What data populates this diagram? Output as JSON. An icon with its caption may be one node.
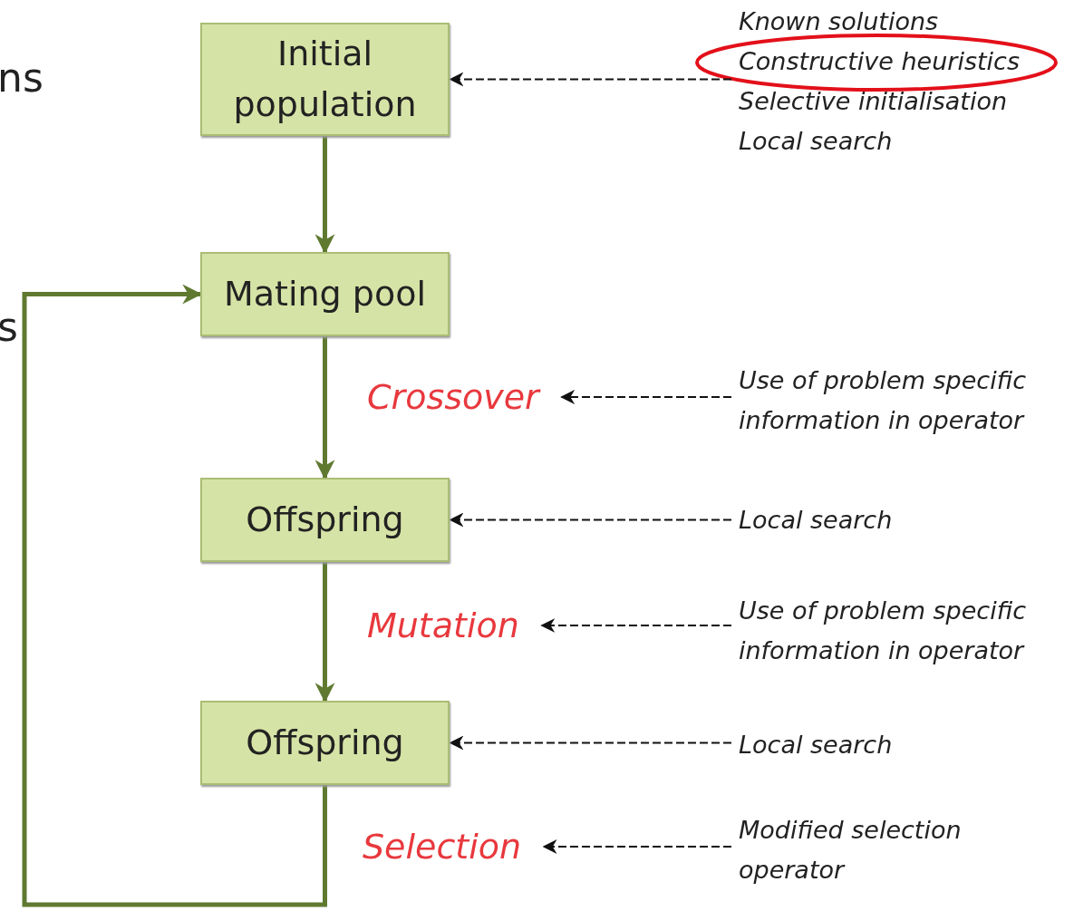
{
  "diagram": {
    "nodes": [
      {
        "text": [
          "Initial population"
        ]
      },
      {
        "text": [
          "Mating pool"
        ]
      },
      {
        "text": [
          "Offspring"
        ]
      },
      {
        "text": [
          "Offspring"
        ]
      },
      {
        "text": [
          "Known solutions",
          "Constructive heuristics",
          "Selective initialisation",
          "Local search"
        ]
      },
      {
        "text": [
          "Crossover"
        ]
      },
      {
        "text": [
          "Use of problem specific information in operator"
        ]
      },
      {
        "text": [
          "Local search"
        ]
      },
      {
        "text": [
          "Mutation"
        ]
      },
      {
        "text": [
          "Use of problem specific information in operator"
        ]
      },
      {
        "text": [
          "Local search"
        ]
      },
      {
        "text": [
          "Selection"
        ]
      },
      {
        "text": [
          "Modified selection operator"
        ]
      }
    ],
    "edges": [
      {
        "from": 0,
        "to": 1,
        "arrow": "to",
        "style": "thick",
        "color": "#5f7a30"
      },
      {
        "from": 1,
        "to": 2,
        "arrow": "to",
        "style": "thick",
        "color": "#5f7a30"
      },
      {
        "from": 2,
        "to": 3,
        "arrow": "to",
        "style": "thick",
        "color": "#5f7a30"
      },
      {
        "from": 3,
        "to": 1,
        "arrow": "to",
        "style": "thick",
        "color": "#5f7a30"
      },
      {
        "from": 4,
        "to": 0,
        "arrow": "to",
        "style": "dashed"
      },
      {
        "from": 6,
        "to": 5,
        "arrow": "to",
        "style": "dashed"
      },
      {
        "from": 7,
        "to": 2,
        "arrow": "to",
        "style": "dashed"
      },
      {
        "from": 9,
        "to": 8,
        "arrow": "to",
        "style": "dashed"
      },
      {
        "from": 10,
        "to": 3,
        "arrow": "to",
        "style": "dashed"
      },
      {
        "from": 12,
        "to": 11,
        "arrow": "to",
        "style": "dashed"
      }
    ],
    "labels": [
      "ns",
      "s"
    ]
  }
}
